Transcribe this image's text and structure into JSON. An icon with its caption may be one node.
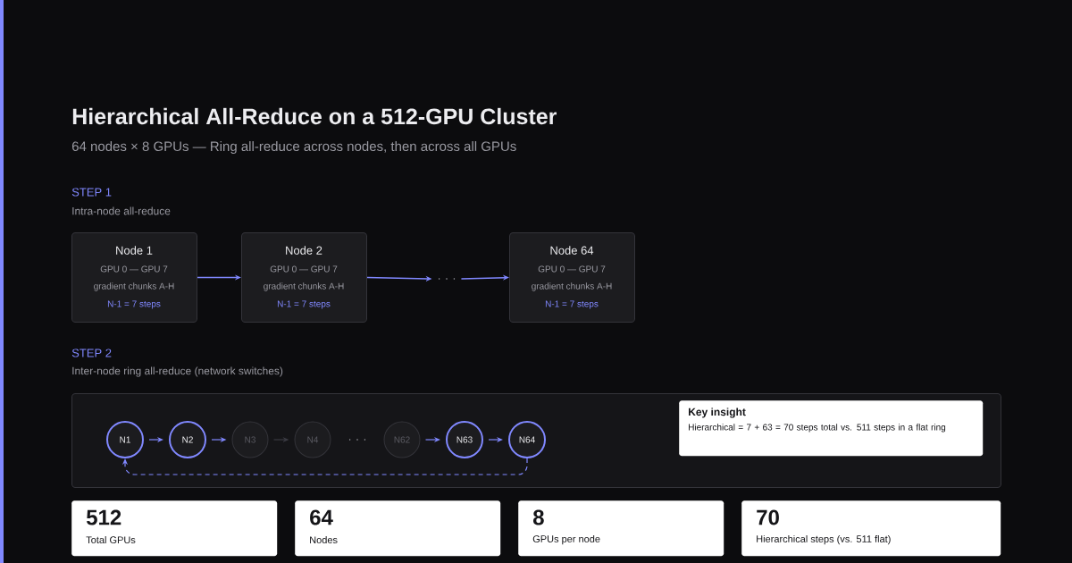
{
  "diagram": {
    "title": "Hierarchical All-Reduce on a 512-GPU Cluster",
    "nodes": [
      {
        "text": [
          "Node 1",
          "GPU 0 — GPU 7",
          "gradient chunks A-H",
          "N-1 = 7 steps"
        ]
      },
      {
        "text": [
          "Node 2",
          "GPU 0 — GPU 7",
          "gradient chunks A-H",
          "N-1 = 7 steps"
        ]
      },
      {
        "text": [
          ". . ."
        ]
      },
      {
        "text": [
          "Node 64",
          "GPU 0 — GPU 7",
          "gradient chunks A-H",
          "N-1 = 7 steps"
        ]
      },
      {
        "text": [],
        "shape": "box"
      },
      {
        "text": [
          "N1"
        ],
        "in": 4
      },
      {
        "text": [
          "N2"
        ],
        "in": 4
      },
      {
        "text": [
          "N3"
        ],
        "in": 4
      },
      {
        "text": [
          "N4"
        ],
        "in": 4
      },
      {
        "text": [
          "N62"
        ],
        "in": 4
      },
      {
        "text": [
          "N63"
        ],
        "in": 4
      },
      {
        "text": [
          "N64"
        ],
        "in": 4
      },
      {
        "text": [
          "Key insight",
          "Hierarchical = 7 + 63 = 70 steps total vs. 511 steps in a flat ring"
        ],
        "in": 4
      },
      {
        "text": [
          "512",
          "Total GPUs"
        ]
      },
      {
        "text": [
          "64",
          "Nodes"
        ]
      },
      {
        "text": [
          "8",
          "GPUs per node"
        ]
      },
      {
        "text": [
          "70",
          "Hierarchical steps (vs. 511 flat)"
        ]
      }
    ],
    "edges": [
      {
        "from": 0,
        "to": 1,
        "arrow": "to"
      },
      {
        "from": 1,
        "to": 2,
        "arrow": "to"
      },
      {
        "from": 2,
        "to": 3,
        "arrow": "to"
      },
      {
        "from": 5,
        "to": 6,
        "arrow": "to"
      },
      {
        "from": 6,
        "to": 7,
        "arrow": "to"
      },
      {
        "from": 7,
        "to": 8,
        "arrow": "to",
        "color": "#3a3a42"
      },
      {
        "from": 9,
        "to": 10,
        "arrow": "to"
      },
      {
        "from": 10,
        "to": 11,
        "arrow": "to"
      },
      {
        "from": 11,
        "to": 5,
        "arrow": "to",
        "style": "dashed",
        "color": "#8088ff"
      }
    ],
    "labels": [
      "64 nodes × 8 GPUs — Ring all-reduce across nodes, then across all GPUs",
      "STEP 1",
      "Intra-node all-reduce",
      "STEP 2",
      "Inter-node ring all-reduce (network switches)",
      ". . ."
    ]
  }
}
